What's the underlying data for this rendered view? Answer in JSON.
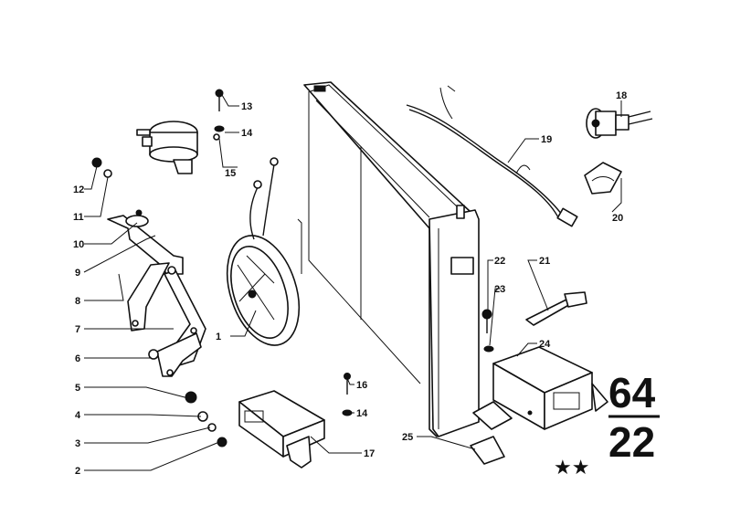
{
  "diagram": {
    "group_code": "64",
    "subgroup_code": "22",
    "marker": "★★",
    "callouts": [
      "1",
      "2",
      "3",
      "4",
      "5",
      "6",
      "7",
      "8",
      "9",
      "10",
      "11",
      "12",
      "13",
      "14",
      "14",
      "15",
      "16",
      "17",
      "18",
      "19",
      "20",
      "21",
      "22",
      "23",
      "24",
      "25"
    ]
  }
}
